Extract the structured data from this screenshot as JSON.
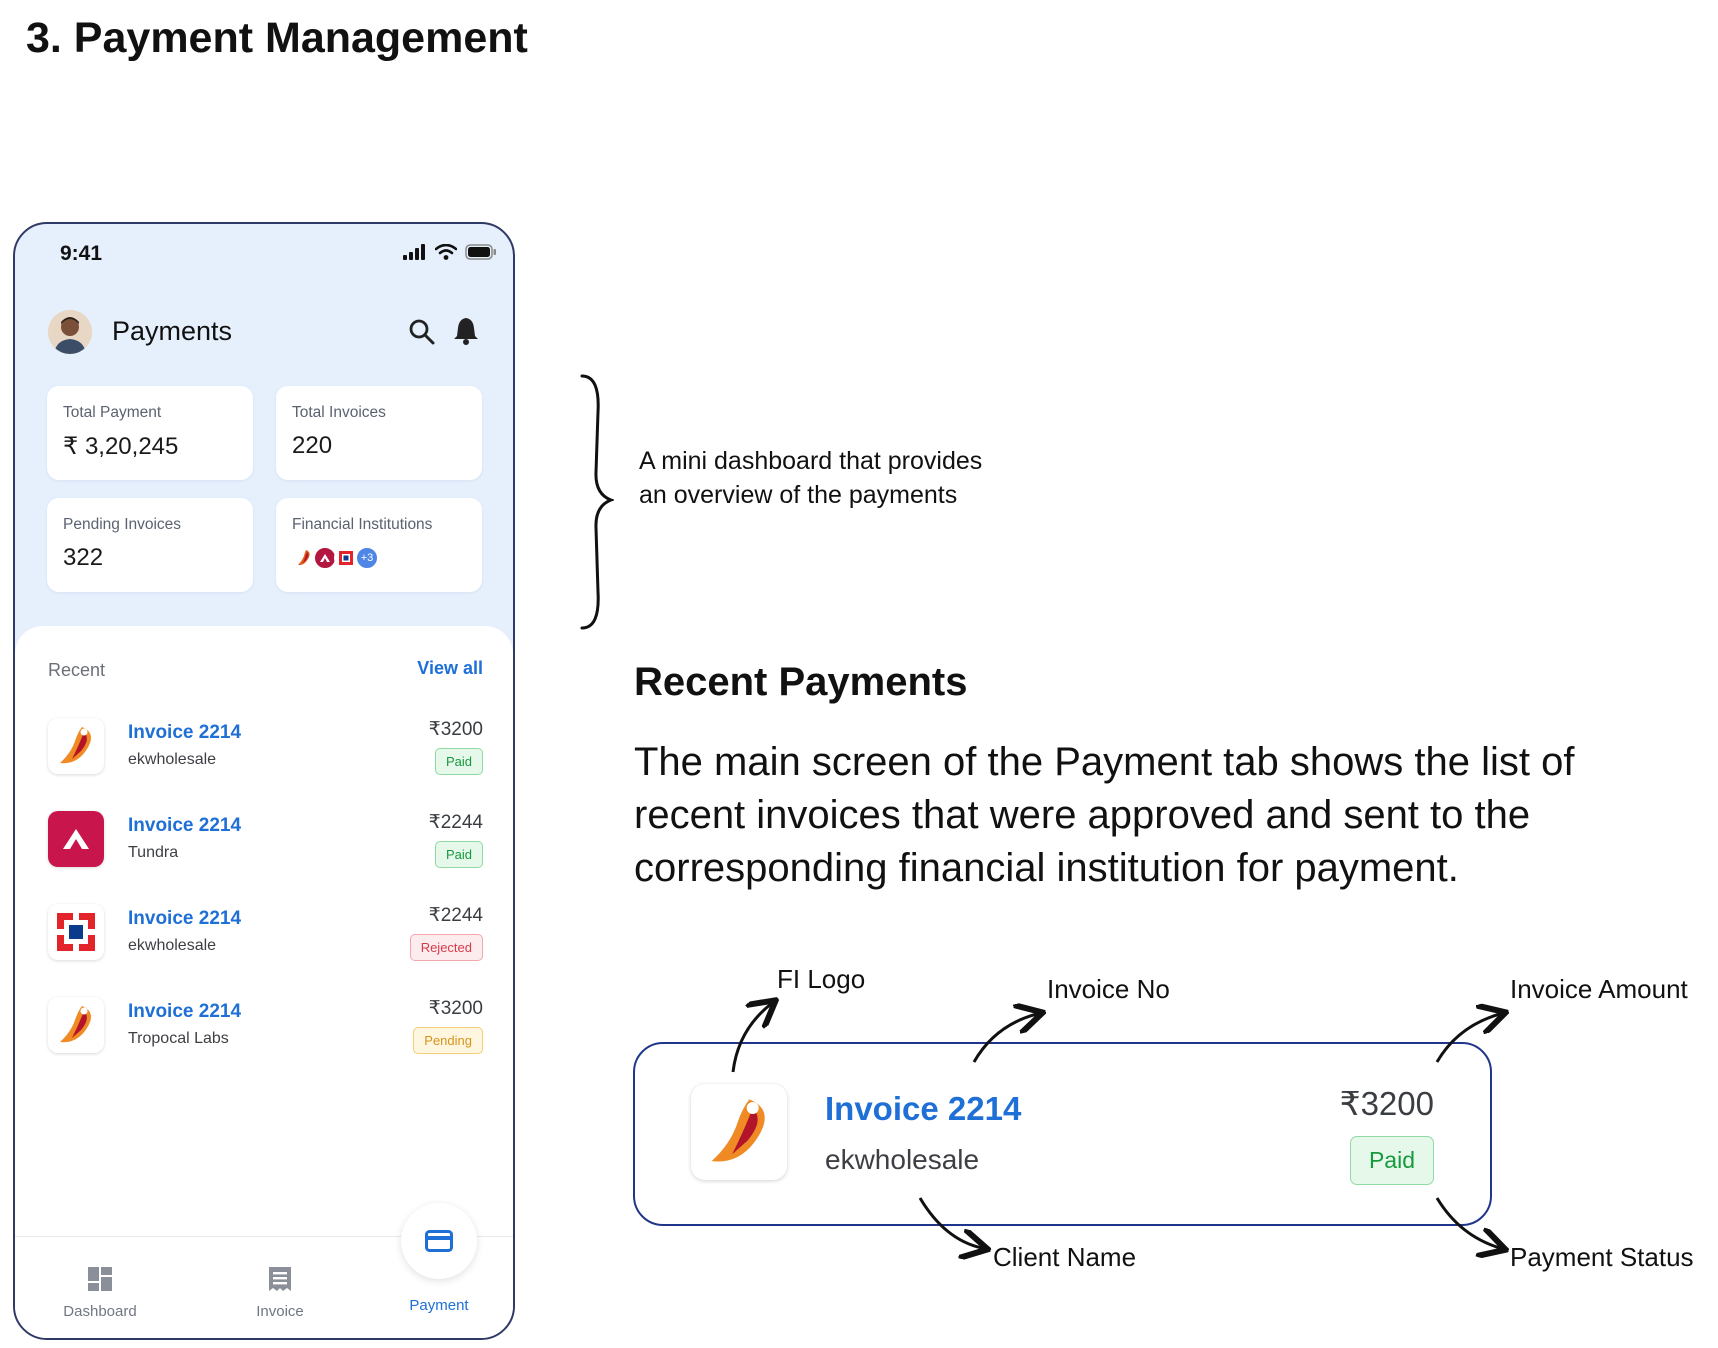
{
  "section": {
    "title": "3. Payment Management"
  },
  "phone": {
    "status_time": "9:41",
    "header": {
      "title": "Payments"
    },
    "stats": [
      {
        "label": "Total Payment",
        "value": "₹ 3,20,245"
      },
      {
        "label": "Total Invoices",
        "value": "220"
      },
      {
        "label": "Pending Invoices",
        "value": "322"
      },
      {
        "label": "Financial Institutions",
        "more": "+3"
      }
    ],
    "recent": {
      "label": "Recent",
      "view_all": "View all",
      "rows": [
        {
          "logo": "icici-logo",
          "invoice": "Invoice 2214",
          "client": "ekwholesale",
          "amount": "₹3200",
          "status": "Paid"
        },
        {
          "logo": "axis-logo",
          "invoice": "Invoice 2214",
          "client": "Tundra",
          "amount": "₹2244",
          "status": "Paid"
        },
        {
          "logo": "hdfc-logo",
          "invoice": "Invoice 2214",
          "client": "ekwholesale",
          "amount": "₹2244",
          "status": "Rejected"
        },
        {
          "logo": "icici-logo",
          "invoice": "Invoice 2214",
          "client": "Tropocal Labs",
          "amount": "₹3200",
          "status": "Pending"
        }
      ]
    },
    "nav": [
      {
        "label": "Dashboard",
        "icon": "dashboard-icon",
        "active": false
      },
      {
        "label": "Invoice",
        "icon": "invoice-icon",
        "active": false
      },
      {
        "label": "Payment",
        "icon": "card-icon",
        "active": true
      }
    ]
  },
  "annotations": {
    "mini_dashboard": "A mini dashboard that provides an overview of the payments",
    "recent_heading": "Recent Payments",
    "recent_description": "The main screen of the Payment tab shows the list of recent invoices that were approved and sent to the corresponding financial institution for payment.",
    "callout_card": {
      "invoice": "Invoice 2214",
      "client": "ekwholesale",
      "amount": "₹3200",
      "status": "Paid"
    },
    "labels": {
      "fi_logo": "FI Logo",
      "invoice_no": "Invoice No",
      "invoice_amount": "Invoice Amount",
      "client_name": "Client Name",
      "payment_status": "Payment Status"
    }
  },
  "colors": {
    "accent": "#1e6fd6",
    "phone_bg": "#e6f0fd",
    "card_border": "#20368b"
  }
}
